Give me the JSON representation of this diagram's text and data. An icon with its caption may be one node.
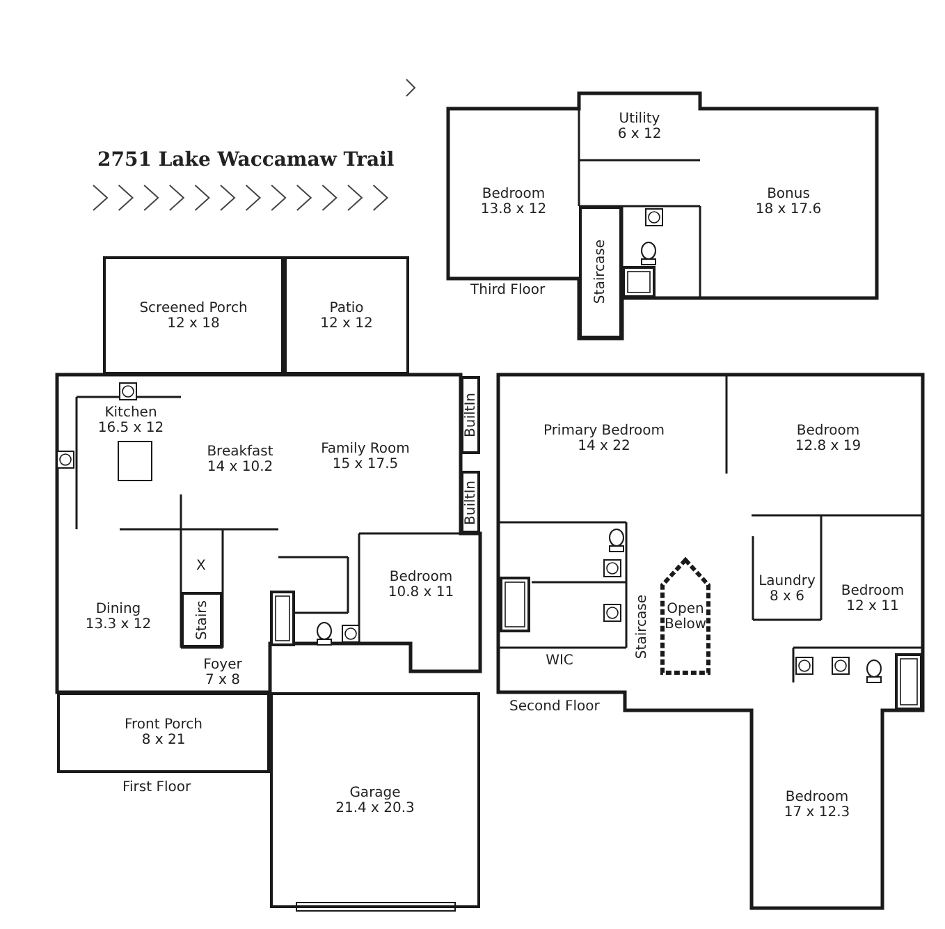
{
  "diagram": {
    "title": "2751 Lake Waccamaw Trail",
    "nodes": [
      {
        "text": [
          "Bedroom",
          "13.8 x 12"
        ]
      },
      {
        "text": [
          "Utility",
          "6 x 12"
        ]
      },
      {
        "text": [
          "Bonus",
          "18 x 17.6"
        ]
      },
      {
        "text": [
          "Staircase"
        ]
      },
      {
        "text": [
          "Screened Porch",
          "12 x 18"
        ]
      },
      {
        "text": [
          "Patio",
          "12 x 12"
        ]
      },
      {
        "text": [
          "Kitchen",
          "16.5 x 12"
        ]
      },
      {
        "text": [
          "Breakfast",
          "14 x 10.2"
        ]
      },
      {
        "text": [
          "Family Room",
          "15 x 17.5"
        ]
      },
      {
        "text": [
          "BuiltIn"
        ]
      },
      {
        "text": [
          "BuiltIn"
        ]
      },
      {
        "text": [
          "Bedroom",
          "10.8 x 11"
        ]
      },
      {
        "text": [
          "Dining",
          "13.3 x 12"
        ]
      },
      {
        "text": [
          "Stairs"
        ]
      },
      {
        "text": [
          "Foyer",
          "7 x 8"
        ]
      },
      {
        "text": [
          "Front Porch",
          "8 x 21"
        ]
      },
      {
        "text": [
          "Garage",
          "21.4 x 20.3"
        ]
      },
      {
        "text": [
          "Primary Bedroom",
          "14 x 22"
        ]
      },
      {
        "text": [
          "Bedroom",
          "12.8 x 19"
        ]
      },
      {
        "text": [
          "Laundry",
          "8 x 6"
        ]
      },
      {
        "text": [
          "Bedroom",
          "12 x 11"
        ]
      },
      {
        "text": [
          "WIC"
        ]
      },
      {
        "text": [
          "Staircase"
        ]
      },
      {
        "text": [
          "Open Below"
        ]
      },
      {
        "text": [
          "Bedroom",
          "17 x 12.3"
        ]
      }
    ],
    "edges": [],
    "labels": [
      "Third Floor",
      "X",
      "First Floor",
      "Second Floor"
    ]
  }
}
